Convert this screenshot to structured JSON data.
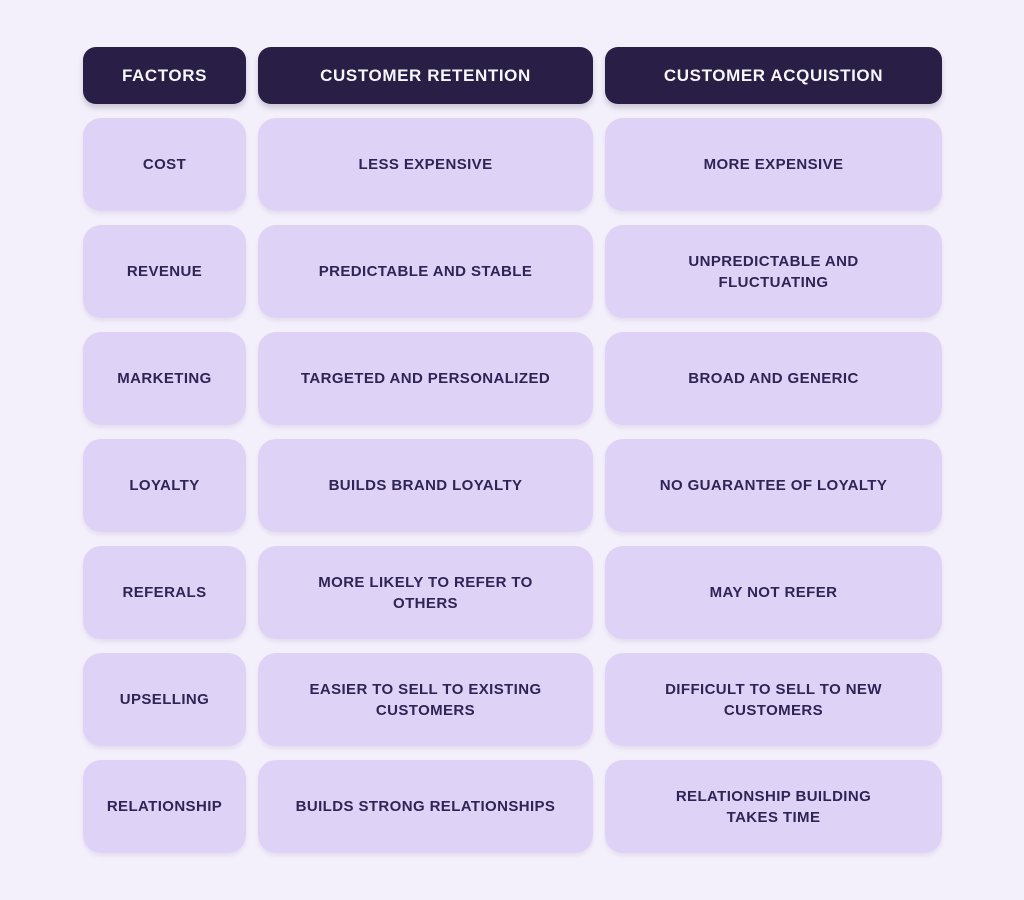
{
  "colors": {
    "page_bg": "#f4f0fb",
    "header_bg": "#281e46",
    "header_text": "#f8f6fd",
    "cell_bg": "#ded3f6",
    "cell_text": "#2e2455"
  },
  "table": {
    "headers": {
      "factors": "FACTORS",
      "retention": "CUSTOMER RETENTION",
      "acquisition": "CUSTOMER ACQUISTION"
    },
    "rows": [
      {
        "factor": "COST",
        "retention": "LESS EXPENSIVE",
        "acquisition": "MORE EXPENSIVE"
      },
      {
        "factor": "REVENUE",
        "retention": "PREDICTABLE AND STABLE",
        "acquisition": "UNPREDICTABLE AND FLUCTUATING"
      },
      {
        "factor": "MARKETING",
        "retention": "TARGETED AND PERSONALIZED",
        "acquisition": "BROAD AND GENERIC"
      },
      {
        "factor": "LOYALTY",
        "retention": "BUILDS BRAND LOYALTY",
        "acquisition": "NO GUARANTEE OF LOYALTY"
      },
      {
        "factor": "REFERALS",
        "retention": "MORE LIKELY TO REFER TO OTHERS",
        "acquisition": "MAY NOT REFER"
      },
      {
        "factor": "UPSELLING",
        "retention": "EASIER TO SELL TO EXISTING CUSTOMERS",
        "acquisition": "DIFFICULT TO SELL TO NEW CUSTOMERS"
      },
      {
        "factor": "RELATIONSHIP",
        "retention": "BUILDS STRONG RELATIONSHIPS",
        "acquisition": "RELATIONSHIP BUILDING TAKES TIME"
      }
    ]
  }
}
